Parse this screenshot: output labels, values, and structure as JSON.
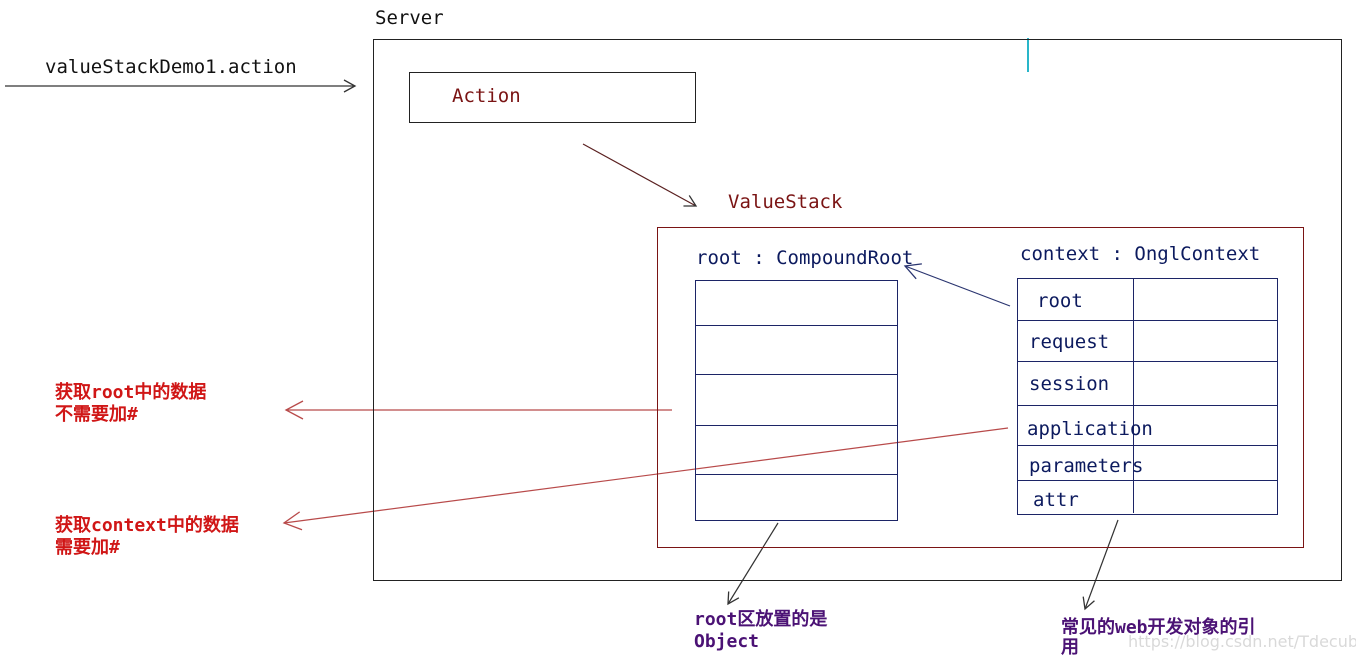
{
  "request": {
    "label": "valueStackDemo1.action"
  },
  "server": {
    "title": "Server"
  },
  "action": {
    "label": "Action"
  },
  "value_stack": {
    "label": "ValueStack"
  },
  "root": {
    "header": "root : CompoundRoot",
    "rows": [
      "",
      "",
      "",
      "",
      "",
      ""
    ]
  },
  "context": {
    "header": "context : OnglContext",
    "rows": [
      "root",
      "request",
      "session",
      "application",
      "parameters",
      "attr"
    ]
  },
  "notes": {
    "root_access": [
      "获取root中的数据",
      "不需要加#"
    ],
    "context_access": [
      "获取context中的数据",
      "需要加#"
    ],
    "root_objects": [
      "root区放置的是",
      "Object"
    ],
    "context_refs": [
      "常见的web开发对象的引",
      "用"
    ]
  },
  "watermark": "https://blog.csdn.net/Tdecube",
  "colors": {
    "black": "#111111",
    "navy": "#0c1a5e",
    "dark_red": "#7a1414",
    "red": "#d01616",
    "purple": "#4b1275",
    "arrow_red": "#b84a4a",
    "arrow_navy": "#2a3570"
  }
}
